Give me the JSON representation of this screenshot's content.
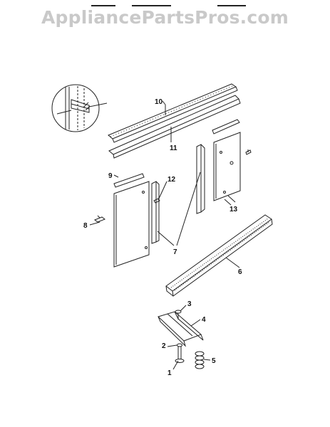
{
  "watermark": "AppliancePartsPros.com",
  "callouts": {
    "c1": "1",
    "c2": "2",
    "c3": "3",
    "c4": "4",
    "c5": "5",
    "c6": "6",
    "c7": "7",
    "c8": "8",
    "c9": "9",
    "c10": "10",
    "c11": "11",
    "c12": "12",
    "c13": "13"
  }
}
